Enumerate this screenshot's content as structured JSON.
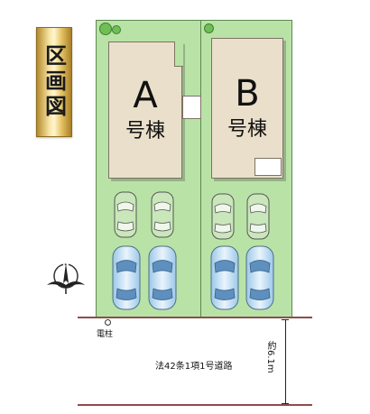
{
  "title": "区画図",
  "lots": [
    {
      "letter": "A",
      "label": "号棟"
    },
    {
      "letter": "B",
      "label": "号棟"
    }
  ],
  "road": {
    "name": "法42条1項1号道路",
    "width": "約6.1m"
  },
  "pole_label": "電柱",
  "compass": {
    "north": "N"
  },
  "colors": {
    "lot_green": "#b9e3a6",
    "house_beige": "#eadfca",
    "road_line": "#8c4e4e",
    "plaque_gold": "#e8c66a"
  },
  "icons": {
    "compass": "north-arrow-icon",
    "car": "car-icon",
    "tree": "tree-icon",
    "pole": "utility-pole-icon"
  }
}
